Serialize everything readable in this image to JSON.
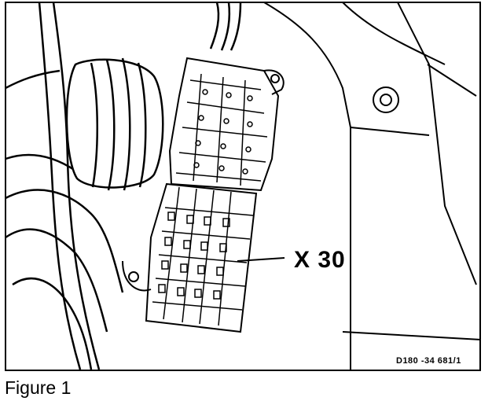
{
  "figure": {
    "component_label": "X 30",
    "reference_code": "D180 -34 681/1",
    "caption": "Figure 1"
  },
  "colors": {
    "line": "#000000",
    "background": "#ffffff"
  }
}
